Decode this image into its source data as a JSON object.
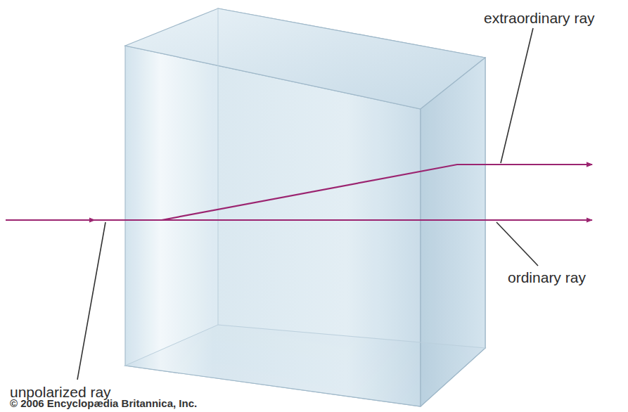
{
  "diagram": {
    "labels": [
      "extraordinary ray",
      "ordinary ray",
      "unpolarized ray",
      "© 2006 Encyclopædia Britannica, Inc."
    ]
  }
}
